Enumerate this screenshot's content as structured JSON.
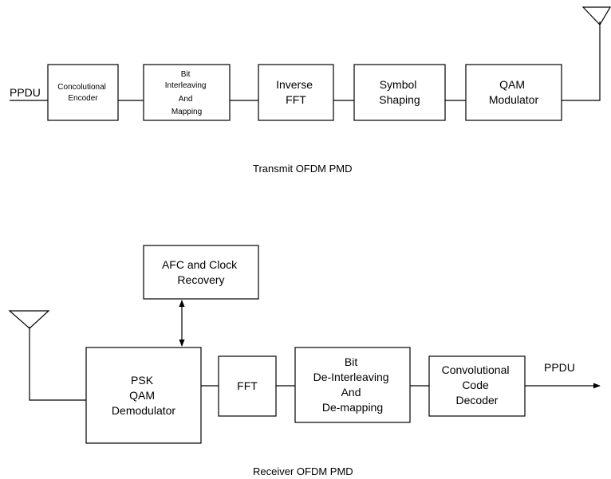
{
  "transmit": {
    "input_label": "PPDU",
    "caption": "Transmit OFDM PMD",
    "blocks": [
      {
        "id": "convolutional-encoder",
        "lines": [
          "Concolutional",
          "Encoder"
        ]
      },
      {
        "id": "bit-interleaving-mapping",
        "lines": [
          "Bit",
          "Interleaving",
          "And",
          "Mapping"
        ]
      },
      {
        "id": "inverse-fft",
        "lines": [
          "Inverse",
          "FFT"
        ]
      },
      {
        "id": "symbol-shaping",
        "lines": [
          "Symbol",
          "Shaping"
        ]
      },
      {
        "id": "qam-modulator",
        "lines": [
          "QAM",
          "Modulator"
        ]
      }
    ]
  },
  "receive": {
    "output_label": "PPDU",
    "caption": "Receiver OFDM PMD",
    "afc_block": {
      "id": "afc-clock-recovery",
      "lines": [
        "AFC and Clock",
        "Recovery"
      ]
    },
    "blocks": [
      {
        "id": "psk-qam-demodulator",
        "lines": [
          "PSK",
          "QAM",
          "Demodulator"
        ]
      },
      {
        "id": "fft",
        "lines": [
          "FFT"
        ]
      },
      {
        "id": "bit-deinterleaving-demapping",
        "lines": [
          "Bit",
          "De-Interleaving",
          "And",
          "De-mapping"
        ]
      },
      {
        "id": "convolutional-code-decoder",
        "lines": [
          "Convolutional",
          "Code",
          "Decoder"
        ]
      }
    ]
  }
}
